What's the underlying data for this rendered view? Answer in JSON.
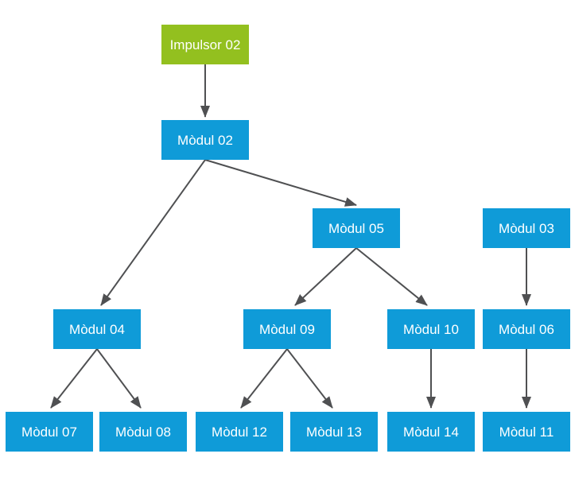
{
  "diagram": {
    "type": "flowchart-tree",
    "colors": {
      "impulsor_node": "#93c01f",
      "modul_node": "#0f9bd8",
      "node_text": "#ffffff",
      "arrow": "#4f5052",
      "background": "#ffffff"
    },
    "nodes": [
      {
        "id": "impulsor02",
        "label": "Impulsor 02",
        "type": "impulsor"
      },
      {
        "id": "modul02",
        "label": "Mòdul 02",
        "type": "modul"
      },
      {
        "id": "modul05",
        "label": "Mòdul 05",
        "type": "modul"
      },
      {
        "id": "modul03",
        "label": "Mòdul 03",
        "type": "modul"
      },
      {
        "id": "modul04",
        "label": "Mòdul 04",
        "type": "modul"
      },
      {
        "id": "modul09",
        "label": "Mòdul 09",
        "type": "modul"
      },
      {
        "id": "modul10",
        "label": "Mòdul 10",
        "type": "modul"
      },
      {
        "id": "modul06",
        "label": "Mòdul 06",
        "type": "modul"
      },
      {
        "id": "modul07",
        "label": "Mòdul 07",
        "type": "modul"
      },
      {
        "id": "modul08",
        "label": "Mòdul 08",
        "type": "modul"
      },
      {
        "id": "modul12",
        "label": "Mòdul 12",
        "type": "modul"
      },
      {
        "id": "modul13",
        "label": "Mòdul 13",
        "type": "modul"
      },
      {
        "id": "modul14",
        "label": "Mòdul 14",
        "type": "modul"
      },
      {
        "id": "modul11",
        "label": "Mòdul 11",
        "type": "modul"
      }
    ],
    "edges": [
      {
        "from": "impulsor02",
        "to": "modul02"
      },
      {
        "from": "modul02",
        "to": "modul04"
      },
      {
        "from": "modul02",
        "to": "modul05"
      },
      {
        "from": "modul05",
        "to": "modul09"
      },
      {
        "from": "modul05",
        "to": "modul10"
      },
      {
        "from": "modul03",
        "to": "modul06"
      },
      {
        "from": "modul04",
        "to": "modul07"
      },
      {
        "from": "modul04",
        "to": "modul08"
      },
      {
        "from": "modul09",
        "to": "modul12"
      },
      {
        "from": "modul09",
        "to": "modul13"
      },
      {
        "from": "modul10",
        "to": "modul14"
      },
      {
        "from": "modul06",
        "to": "modul11"
      }
    ]
  }
}
